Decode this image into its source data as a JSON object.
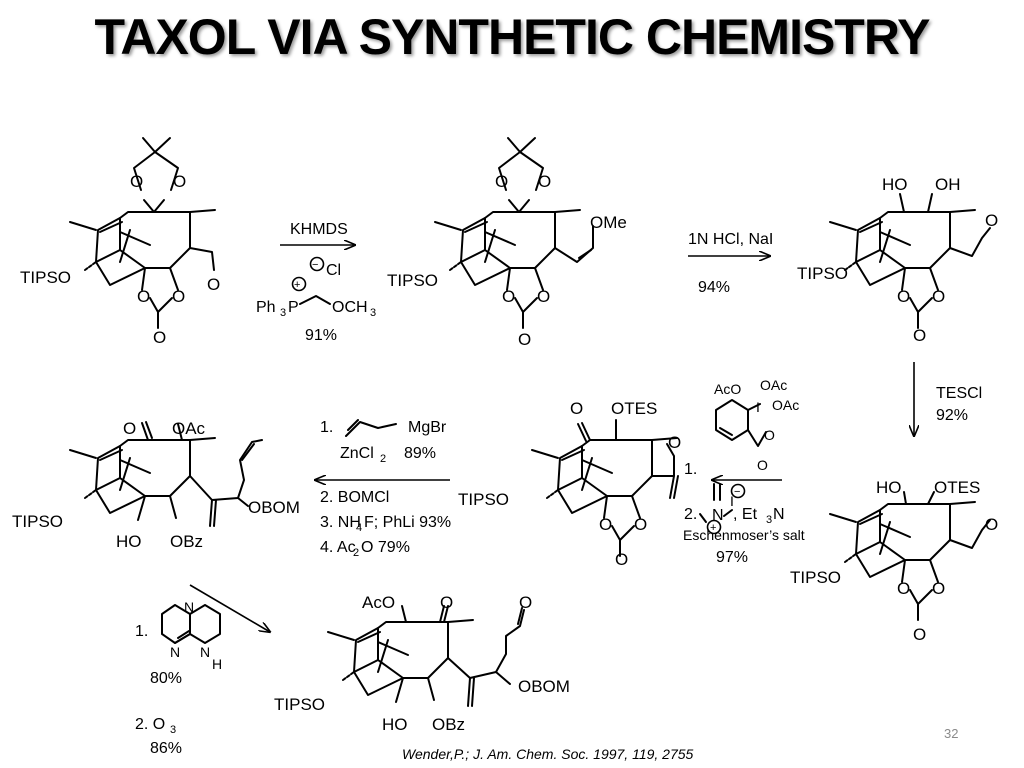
{
  "slide": {
    "title": "TAXOL VIA SYNTHETIC CHEMISTRY",
    "page_number": "32",
    "citation": "Wender,P.; J. Am. Chem. Soc. 1997, 119, 2755"
  },
  "molecules": {
    "m1": {
      "tipso": "TIPSO",
      "o_top_left": "O",
      "o_top_right": "O",
      "o_carb1": "O",
      "o_carb2": "O",
      "o_carb_bottom": "O",
      "o_ald": "O"
    },
    "m2": {
      "tipso": "TIPSO",
      "o_top_left": "O",
      "o_top_right": "O",
      "o_carb1": "O",
      "o_carb2": "O",
      "o_carb_bottom": "O",
      "ome": "OMe"
    },
    "m3": {
      "tipso": "TIPSO",
      "ho": "HO",
      "oh": "OH",
      "o_ald": "O",
      "o_carb1": "O",
      "o_carb2": "O",
      "o_carb_bottom": "O"
    },
    "m4": {
      "tipso": "TIPSO",
      "ho": "HO",
      "otes": "OTES",
      "o_ald": "O",
      "o_carb1": "O",
      "o_carb2": "O",
      "o_carb_bottom": "O"
    },
    "m5": {
      "tipso": "TIPSO",
      "o_ketone": "O",
      "otes": "OTES",
      "o_ald": "O",
      "o_carb1": "O",
      "o_carb2": "O",
      "o_carb_bottom": "O"
    },
    "m6": {
      "tipso": "TIPSO",
      "o_ketone": "O",
      "oac": "OAc",
      "obom": "OBOM",
      "ho": "HO",
      "obz": "OBz"
    },
    "m7": {
      "tipso": "TIPSO",
      "aco": "AcO",
      "o_ketone": "O",
      "o_ald": "O",
      "obom": "OBOM",
      "ho": "HO",
      "obz": "OBz"
    }
  },
  "steps": {
    "s1": {
      "reagent": "KHMDS",
      "chloride": "Cl",
      "charge_neg": "−",
      "charge_pos": "+",
      "phosphonium": "Ph",
      "phos_sub": "3",
      "p": "P",
      "och3": "OCH",
      "och3_sub": "3",
      "yield": "91%"
    },
    "s2": {
      "reagent": "1N HCl, NaI",
      "yield": "94%"
    },
    "s3": {
      "reagent": "TESCl",
      "yield": "92%"
    },
    "s4": {
      "num1": "1.",
      "aco": "AcO",
      "oac1": "OAc",
      "oac2": "OAc",
      "i": "I",
      "o1": "O",
      "o2": "O",
      "num2": "2.",
      "n": "N",
      "i_minus": "I",
      "charge_neg": "−",
      "charge_pos": "+",
      "et3n": ", Et",
      "et3n_sub": "3",
      "et3n_n": "N",
      "eschenmoser": "Eschenmoser’s salt",
      "yield": "97%"
    },
    "s5": {
      "num1": "1.",
      "mgbr": "MgBr",
      "zncl": "ZnCl",
      "zncl_sub": "2",
      "yield1": "89%",
      "line2": "2. BOMCl",
      "line3a": "3. NH",
      "line3_sub": "4",
      "line3b": "F; PhLi 93%",
      "line4a": "4. Ac",
      "line4_sub": "2",
      "line4b": "O 79%"
    },
    "s6": {
      "num1": "1.",
      "n1": "N",
      "n2": "N",
      "nh": "N",
      "h": "H",
      "yield1": "80%",
      "line2a": "2. O",
      "line2_sub": "3",
      "yield2": "86%"
    }
  }
}
